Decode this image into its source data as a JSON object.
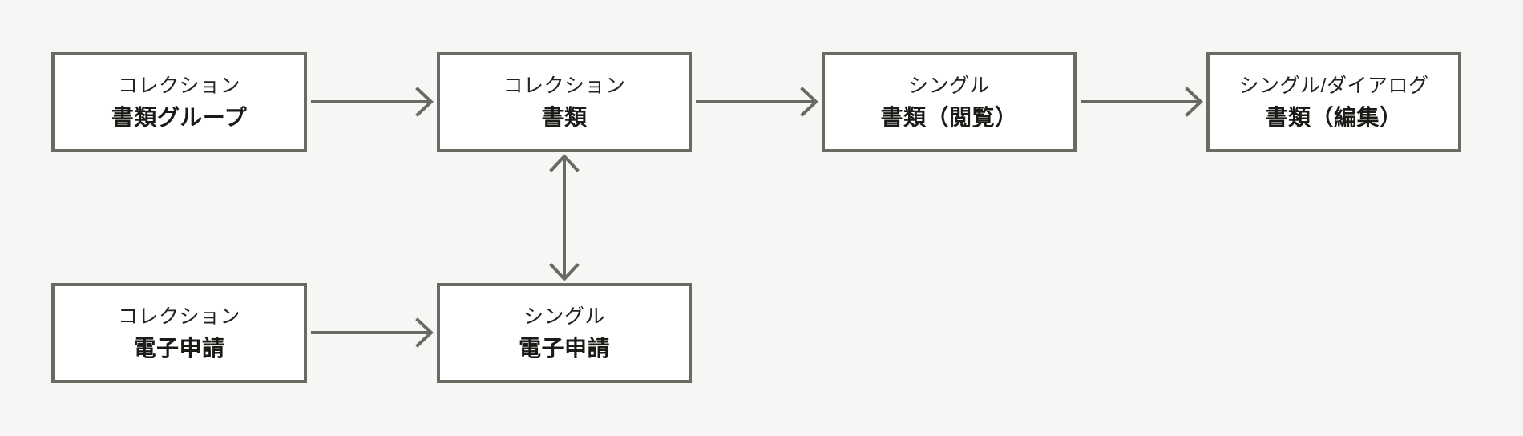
{
  "diagram": {
    "type": "flow",
    "background_color": "#f7f6f4",
    "node_fill_color": "#ffffff",
    "node_border_color": "#6b6a62",
    "arrow_color": "#6b6a62",
    "text_color": "#1b1a17",
    "nodes": [
      {
        "id": "doc-group",
        "kind": "コレクション",
        "title": "書類グループ",
        "row": "top",
        "column": 1
      },
      {
        "id": "doc-coll",
        "kind": "コレクション",
        "title": "書類",
        "row": "top",
        "column": 2
      },
      {
        "id": "doc-view",
        "kind": "シングル",
        "title": "書類（閲覧）",
        "row": "top",
        "column": 3
      },
      {
        "id": "doc-edit",
        "kind": "シングル/ダイアログ",
        "title": "書類（編集）",
        "row": "top",
        "column": 4
      },
      {
        "id": "eapp-coll",
        "kind": "コレクション",
        "title": "電子申請",
        "row": "bottom",
        "column": 1
      },
      {
        "id": "eapp-single",
        "kind": "シングル",
        "title": "電子申請",
        "row": "bottom",
        "column": 2
      }
    ],
    "edges": [
      {
        "id": "e1",
        "from": "doc-group",
        "to": "doc-coll",
        "direction": "one-way",
        "orientation": "horizontal"
      },
      {
        "id": "e2",
        "from": "doc-coll",
        "to": "doc-view",
        "direction": "one-way",
        "orientation": "horizontal"
      },
      {
        "id": "e3",
        "from": "doc-view",
        "to": "doc-edit",
        "direction": "one-way",
        "orientation": "horizontal"
      },
      {
        "id": "e4",
        "from": "eapp-coll",
        "to": "eapp-single",
        "direction": "one-way",
        "orientation": "horizontal"
      },
      {
        "id": "e5",
        "from": "eapp-single",
        "to": "doc-coll",
        "direction": "two-way",
        "orientation": "vertical"
      }
    ]
  }
}
